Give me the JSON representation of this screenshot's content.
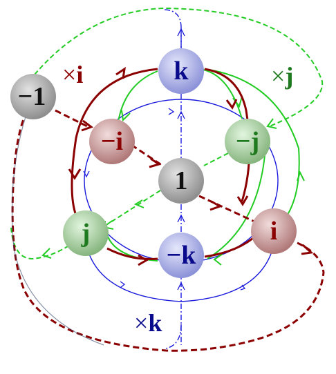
{
  "nodes": [
    {
      "id": "k",
      "label": "k",
      "color": "#0a0a8c"
    },
    {
      "id": "neg1",
      "label": "−1",
      "color": "#111111"
    },
    {
      "id": "negi",
      "label": "−i",
      "color": "#8b0000"
    },
    {
      "id": "negj",
      "label": "−j",
      "color": "#1f7a1f"
    },
    {
      "id": "one",
      "label": "1",
      "color": "#111111"
    },
    {
      "id": "j",
      "label": "j",
      "color": "#1f7a1f"
    },
    {
      "id": "negk",
      "label": "−k",
      "color": "#0a0a8c"
    },
    {
      "id": "i",
      "label": "i",
      "color": "#8b0000"
    }
  ],
  "multipliers": {
    "i": {
      "times": "×",
      "letter": "i",
      "color": "#8b0000"
    },
    "j": {
      "times": "×",
      "letter": "j",
      "color": "#1f7a1f"
    },
    "k": {
      "times": "×",
      "letter": "k",
      "color": "#0a0a8c"
    }
  },
  "colors": {
    "red": "#8b0000",
    "green": "#22cc22",
    "blue": "#1a1adc"
  }
}
